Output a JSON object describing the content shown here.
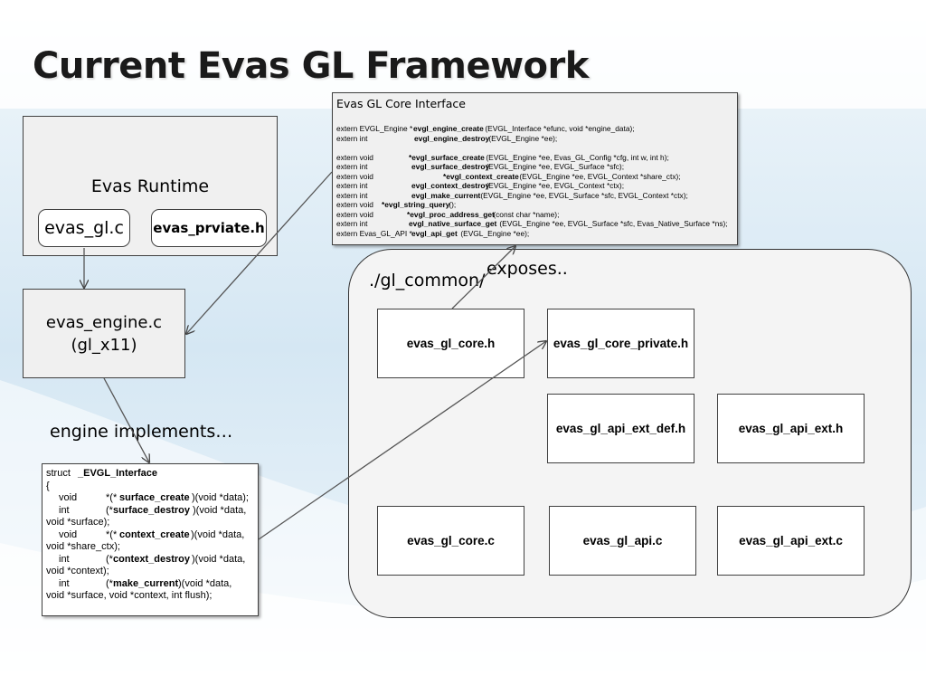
{
  "title": "Current Evas GL Framework",
  "runtime": {
    "label": "Evas Runtime",
    "file1": "evas_gl.c",
    "file2": "evas_prviate.h"
  },
  "engine": {
    "line1": "evas_engine.c",
    "line2": "(gl_x11)"
  },
  "notes": {
    "implements": "engine implements…",
    "exposes": "exposes.."
  },
  "core_interface": {
    "title": "Evas GL Core Interface",
    "lines": [
      {
        "a": "extern EVGL_Engine *",
        "b": "evgl_engine_create",
        "c": " (EVGL_Interface *efunc, void *engine_data);"
      },
      {
        "a": "extern int",
        "b": "evgl_engine_destroy",
        "c": " (EVGL_Engine *ee);"
      },
      {
        "a": "extern void",
        "b": "*evgl_surface_create",
        "c": " (EVGL_Engine *ee, Evas_GL_Config *cfg, int w, int h);"
      },
      {
        "a": "extern int",
        "b": "evgl_surface_destroy",
        "c": " (EVGL_Engine *ee, EVGL_Surface *sfc);"
      },
      {
        "a": "extern void",
        "b": "*evgl_context_create",
        "c": " (EVGL_Engine *ee, EVGL_Context *share_ctx);"
      },
      {
        "a": "extern int",
        "b": "evgl_context_destroy",
        "c": " (EVGL_Engine *ee, EVGL_Context *ctx);"
      },
      {
        "a": "extern int",
        "b": "evgl_make_current",
        "c": " (EVGL_Engine *ee, EVGL_Surface *sfc, EVGL_Context *ctx);"
      },
      {
        "a": "extern void",
        "b": "*evgl_string_query",
        "c": " ();"
      },
      {
        "a": "extern void",
        "b": "*evgl_proc_address_get",
        "c": " (const char *name);"
      },
      {
        "a": "extern int",
        "b": "evgl_native_surface_get",
        "c": " (EVGL_Engine *ee, EVGL_Surface *sfc, Evas_Native_Surface *ns);"
      },
      {
        "a": "extern Evas_GL_API *",
        "b": "evgl_api_get",
        "c": " (EVGL_Engine *ee);"
      }
    ]
  },
  "gl_common": {
    "label": "./gl_common/",
    "files": {
      "core_h": "evas_gl_core.h",
      "core_private_h": "evas_gl_core_private.h",
      "api_ext_def_h": "evas_gl_api_ext_def.h",
      "api_ext_h": "evas_gl_api_ext.h",
      "core_c": "evas_gl_core.c",
      "api_c": "evas_gl_api.c",
      "api_ext_c": "evas_gl_api_ext.c"
    }
  },
  "struct": {
    "l1a": "struct ",
    "l1b": "_EVGL_Interface",
    "l2": "{",
    "l3a": "void",
    "l3b": "*(*",
    "l3c": "surface_create",
    "l3d": ")(void *data);",
    "l4a": "int",
    "l4b": "(*",
    "l4c": "surface_destroy",
    "l4d": ")(void *data,",
    "l5": "void *surface);",
    "l6a": "void",
    "l6b": "*(*",
    "l6c": "context_create",
    "l6d": ")(void *data,",
    "l7": "void *share_ctx);",
    "l8a": "int",
    "l8b": "(*",
    "l8c": "context_destroy",
    "l8d": ")(void *data,",
    "l9": "void *context);",
    "l10a": "int",
    "l10b": "(*",
    "l10c": "make_current",
    "l10d": ")(void *data,",
    "l11": "void *surface, void *context, int flush);"
  }
}
